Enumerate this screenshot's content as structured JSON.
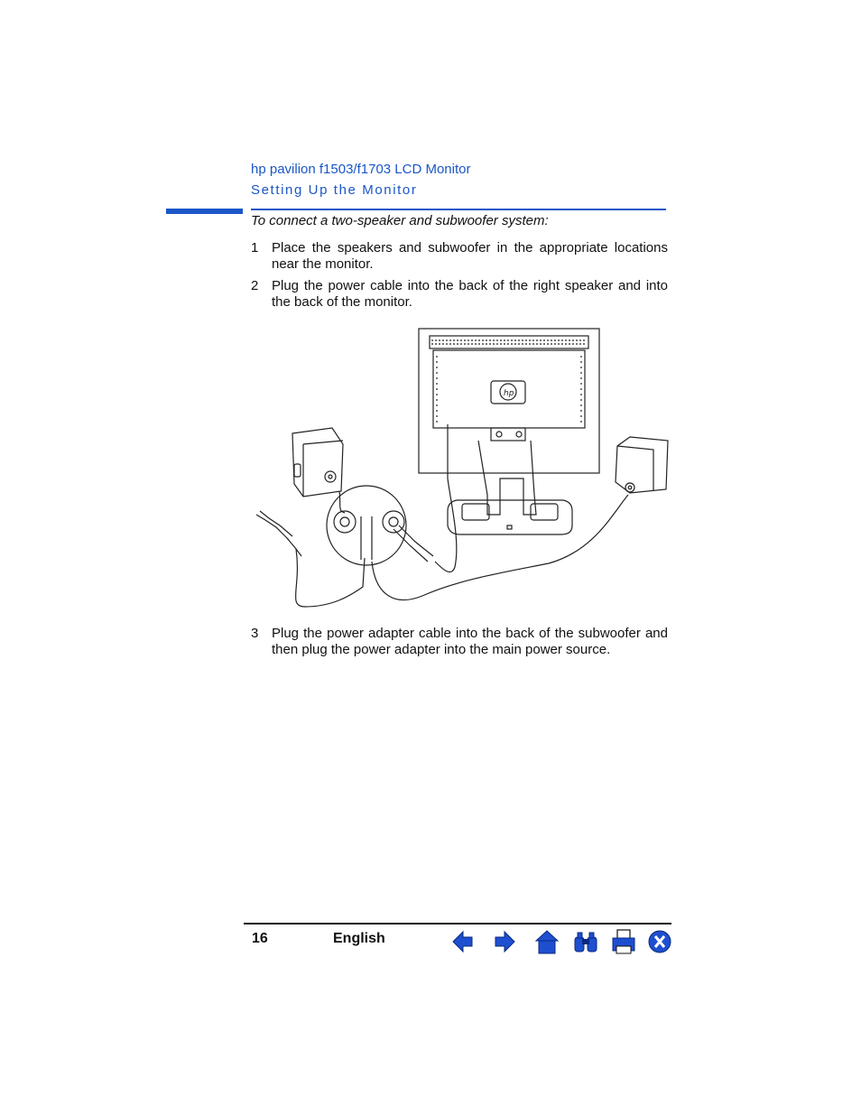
{
  "header": {
    "product": "hp pavilion f1503/f1703 LCD Monitor",
    "section": "Setting Up the Monitor"
  },
  "intro": "To connect a two-speaker and subwoofer system:",
  "steps": [
    {
      "num": "1",
      "text": "Place the speakers and subwoofer in the appropriate locations near the monitor."
    },
    {
      "num": "2",
      "text": "Plug the power cable into the back of the right speaker and into the back of the monitor."
    },
    {
      "num": "3",
      "text": "Plug the power adapter cable into the back of the subwoofer and then plug the power adapter into the main power source."
    }
  ],
  "footer": {
    "page": "16",
    "language": "English"
  },
  "nav": [
    {
      "icon": "arrow-left-icon"
    },
    {
      "icon": "arrow-right-icon"
    },
    {
      "icon": "home-icon"
    },
    {
      "icon": "binoculars-icon"
    },
    {
      "icon": "printer-icon"
    },
    {
      "icon": "close-x-icon"
    }
  ],
  "colors": {
    "accent": "#1a56c8",
    "nav_blue": "#1e4fd0"
  }
}
